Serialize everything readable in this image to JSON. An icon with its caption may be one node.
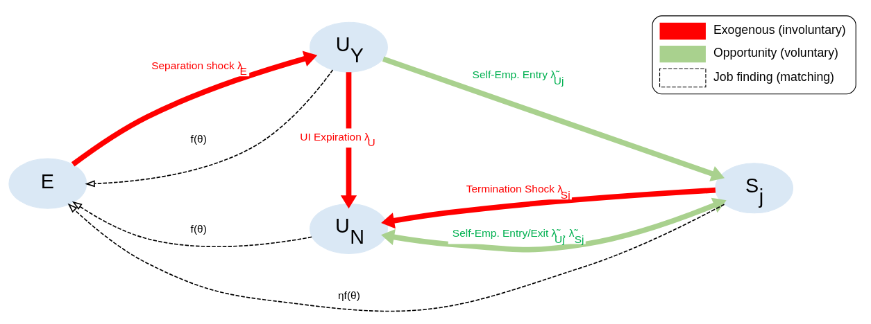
{
  "diagram": {
    "nodes": [
      {
        "text": [
          "U$_{N}$"
        ]
      },
      {
        "text": [
          "E"
        ]
      },
      {
        "text": [
          "S$_{j}$"
        ]
      },
      {
        "text": [
          "U$_{Y}$"
        ]
      }
    ],
    "edges": [
      {
        "from": 0,
        "to": 1,
        "arrow": "to",
        "label": "f(θ)",
        "style": "dashed"
      },
      {
        "from": 2,
        "to": 1,
        "arrow": "to",
        "label": "ηf(θ)",
        "style": "dashed"
      },
      {
        "from": 3,
        "to": 1,
        "arrow": "to",
        "label": "f(θ)",
        "style": "dashed"
      },
      {
        "from": 1,
        "to": 3,
        "arrow": "to",
        "label": "Separation shock λ$_{E}$",
        "color": "#ff0000"
      },
      {
        "from": 3,
        "to": 0,
        "arrow": "to",
        "label": "UI Expiration λ$_{U}$",
        "color": "#ff0000"
      },
      {
        "from": 2,
        "to": 0,
        "arrow": "to",
        "label": "Termination Shock λ$_{Sj}$",
        "color": "#ff0000"
      },
      {
        "from": 0,
        "to": 2,
        "arrow": "both",
        "label": "Self-Emp. Entry/Exit λ̃$_{Uj}$, λ̃$_{Sj}$",
        "color": "#a9d18e"
      },
      {
        "from": 3,
        "to": 2,
        "arrow": "to",
        "label": "Self-Emp. Entry λ̃$_{Uj}$",
        "color": "#a9d18e"
      }
    ],
    "legend": [
      {
        "text": "Exogenous (involuntary)",
        "color": "#ff0000"
      },
      {
        "text": "Opportunity (voluntary)",
        "color": "#a9d18e"
      },
      {
        "text": "Job finding (matching)"
      }
    ]
  }
}
